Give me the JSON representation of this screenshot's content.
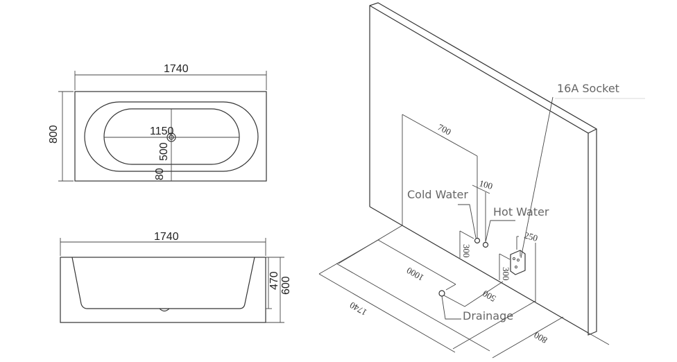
{
  "top_view": {
    "length": "1740",
    "width": "800",
    "inner_length": "1150",
    "inner_width": "500",
    "drain_offset": "80"
  },
  "side_view": {
    "length": "1740",
    "inner_depth": "470",
    "height": "600"
  },
  "install_view": {
    "pipe_spacing_width": "700",
    "pipe_gap": "100",
    "cold_pipe_height": "300",
    "socket_height": "300",
    "socket_offset": "250",
    "drain_from_wall_side": "1000",
    "drain_from_wall": "500",
    "tub_length": "1740",
    "tub_width": "800",
    "labels": {
      "socket": "16A Socket",
      "cold_water": "Cold Water",
      "hot_water": "Hot Water",
      "drainage": "Drainage"
    }
  }
}
